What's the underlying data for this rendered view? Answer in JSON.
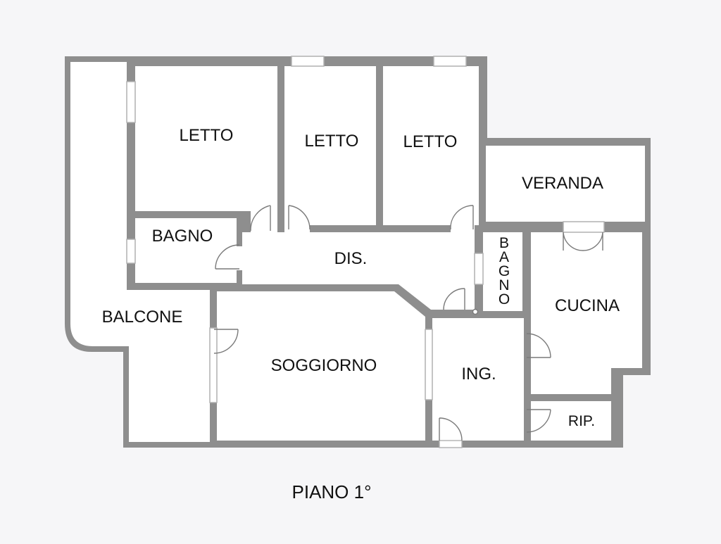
{
  "plan": {
    "title": "PIANO 1°",
    "rooms": {
      "letto_1": "LETTO",
      "letto_2": "LETTO",
      "letto_3": "LETTO",
      "veranda": "VERANDA",
      "bagno_1": "BAGNO",
      "dis": "DIS.",
      "bagno_2": "BAGNO",
      "cucina": "CUCINA",
      "balcone": "BALCONE",
      "soggiorno": "SOGGIORNO",
      "ing": "ING.",
      "rip": "RIP."
    }
  },
  "colors": {
    "background": "#f6f6f8",
    "wall_outer": "#8a8a8a",
    "wall_inner": "#a3a3a3",
    "floor": "#ffffff",
    "door_line": "#7a7a7a",
    "text": "#111111"
  }
}
